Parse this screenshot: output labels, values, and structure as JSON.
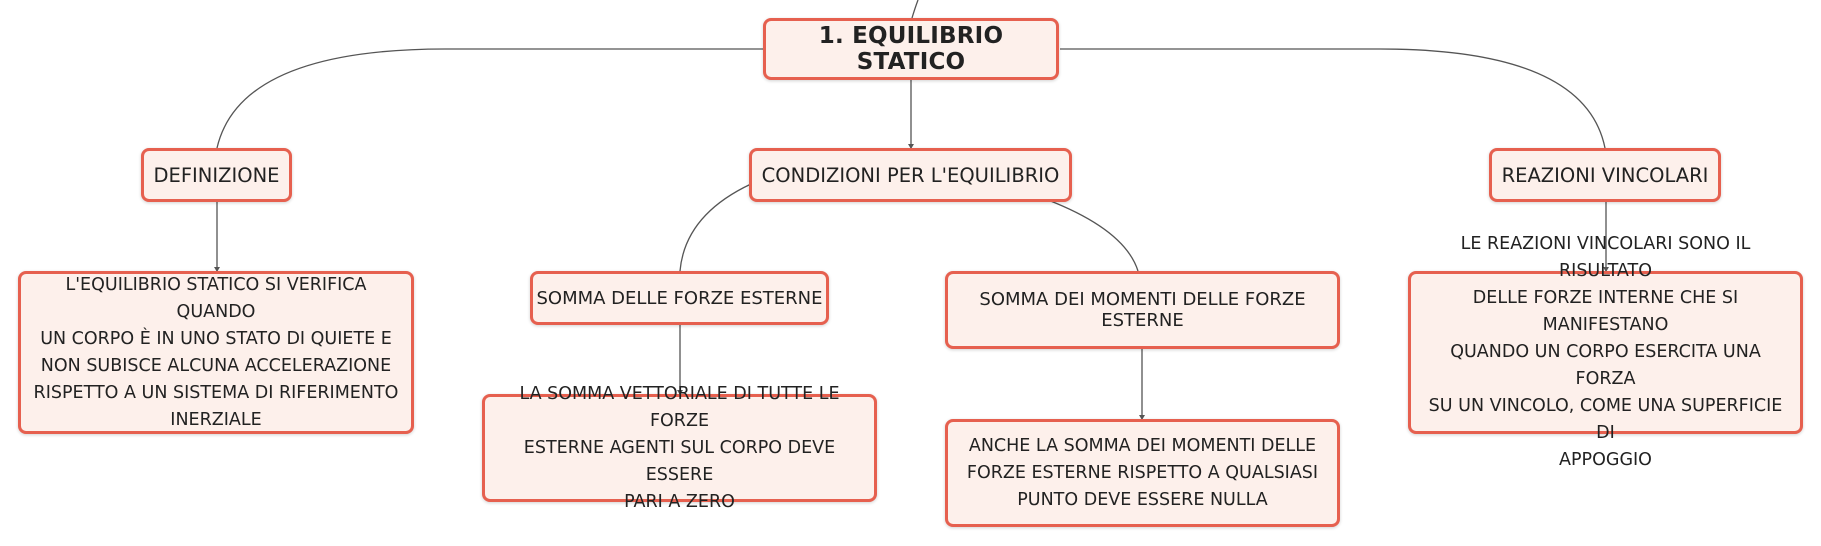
{
  "colors": {
    "node_border": "#e6604f",
    "node_fill": "#fdf0eb",
    "connector": "#555555",
    "text": "#222222"
  },
  "root": {
    "label": "1. EQUILIBRIO STATICO"
  },
  "branches": {
    "definizione": {
      "label": "DEFINIZIONE",
      "detail": [
        "L'EQUILIBRIO STATICO SI VERIFICA QUANDO",
        "UN CORPO È IN UNO STATO DI QUIETE E",
        "NON SUBISCE ALCUNA ACCELERAZIONE",
        "RISPETTO A UN SISTEMA DI RIFERIMENTO",
        "INERZIALE"
      ]
    },
    "condizioni": {
      "label": "CONDIZIONI PER L'EQUILIBRIO",
      "forze": {
        "label": "SOMMA DELLE FORZE ESTERNE",
        "detail": [
          "LA SOMMA VETTORIALE DI TUTTE LE FORZE",
          "ESTERNE AGENTI SUL CORPO DEVE ESSERE",
          "PARI A ZERO"
        ]
      },
      "momenti": {
        "label": "SOMMA DEI MOMENTI DELLE FORZE ESTERNE",
        "detail": [
          "ANCHE LA SOMMA DEI MOMENTI DELLE",
          "FORZE ESTERNE RISPETTO A QUALSIASI",
          "PUNTO DEVE ESSERE NULLA"
        ]
      }
    },
    "reazioni": {
      "label": "REAZIONI VINCOLARI",
      "detail": [
        "LE REAZIONI VINCOLARI SONO IL RISULTATO",
        "DELLE FORZE INTERNE CHE SI MANIFESTANO",
        "QUANDO UN CORPO ESERCITA UNA FORZA",
        "SU UN VINCOLO, COME UNA SUPERFICIE DI",
        "APPOGGIO"
      ]
    }
  }
}
